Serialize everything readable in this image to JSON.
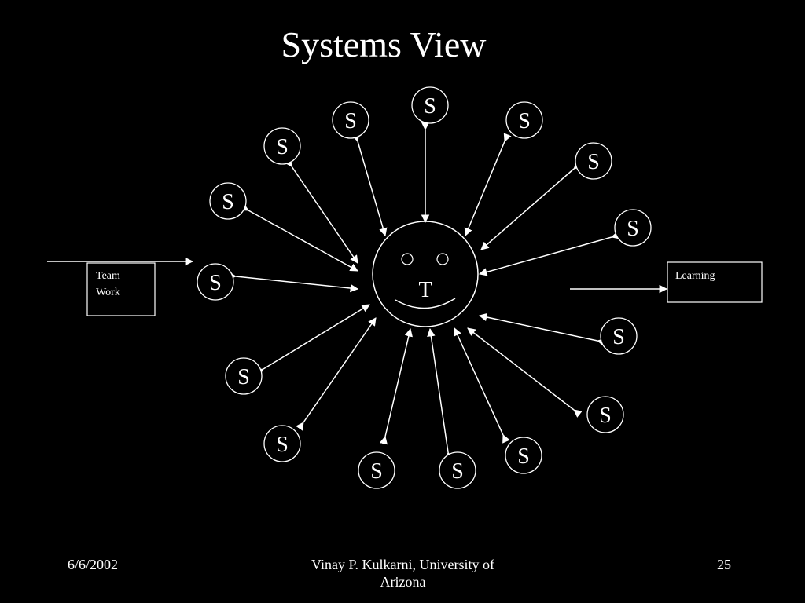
{
  "slide": {
    "title": "Systems View",
    "footer": {
      "date": "6/6/2002",
      "author": "Vinay P. Kulkarni, University of Arizona",
      "page": "25"
    }
  },
  "diagram": {
    "center_label": "T",
    "satellite_label": "S",
    "input_box": {
      "lines": [
        "Team",
        "Work"
      ]
    },
    "output_box": {
      "lines": [
        "Learning"
      ]
    },
    "stroke_color": "#ffffff",
    "background_color": "#000000"
  }
}
